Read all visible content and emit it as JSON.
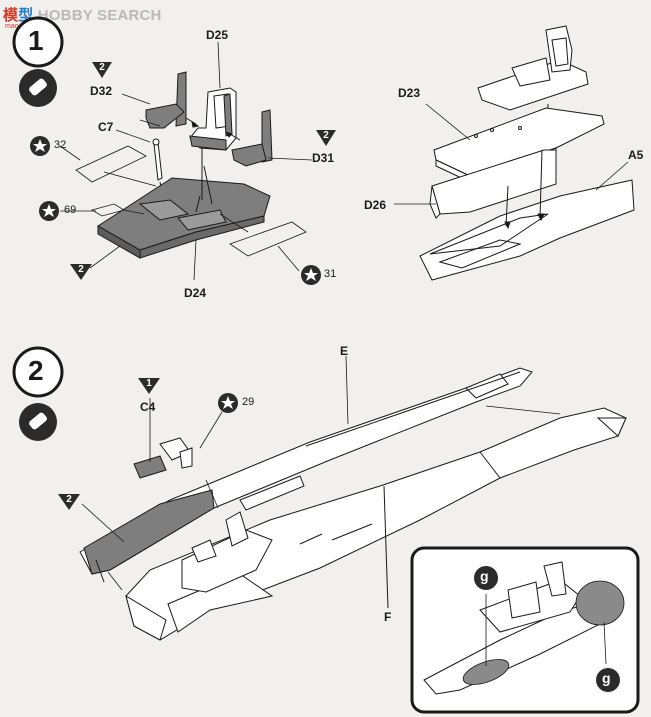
{
  "watermark": {
    "part1": "模",
    "part2": "型",
    "rest": "HOBBY SEARCH",
    "sub": "mao-shuu.com"
  },
  "step1": {
    "number": "1",
    "parts": {
      "d25": "D25",
      "d32": "D32",
      "c7": "C7",
      "d31": "D31",
      "d24": "D24",
      "d23": "D23",
      "d26": "D26",
      "a5": "A5"
    },
    "decals": {
      "star32": "32",
      "star69": "69",
      "star31": "31"
    },
    "paint_marks": {
      "left_top": "2",
      "right_top": "2",
      "bottom_left": "2"
    }
  },
  "step2": {
    "number": "2",
    "parts": {
      "e": "E",
      "c4": "C4",
      "f": "F"
    },
    "decals": {
      "star29": "29"
    },
    "paint_marks": {
      "c4_mark": "1",
      "left_mark": "2"
    },
    "detail_callout": {
      "glue_left": "g",
      "glue_right": "g"
    }
  },
  "colors": {
    "part_fill": "#7e7e7e",
    "line": "#1a1a1a",
    "paper": "#f1f0ee",
    "glue_fill": "#8a8a8a"
  }
}
